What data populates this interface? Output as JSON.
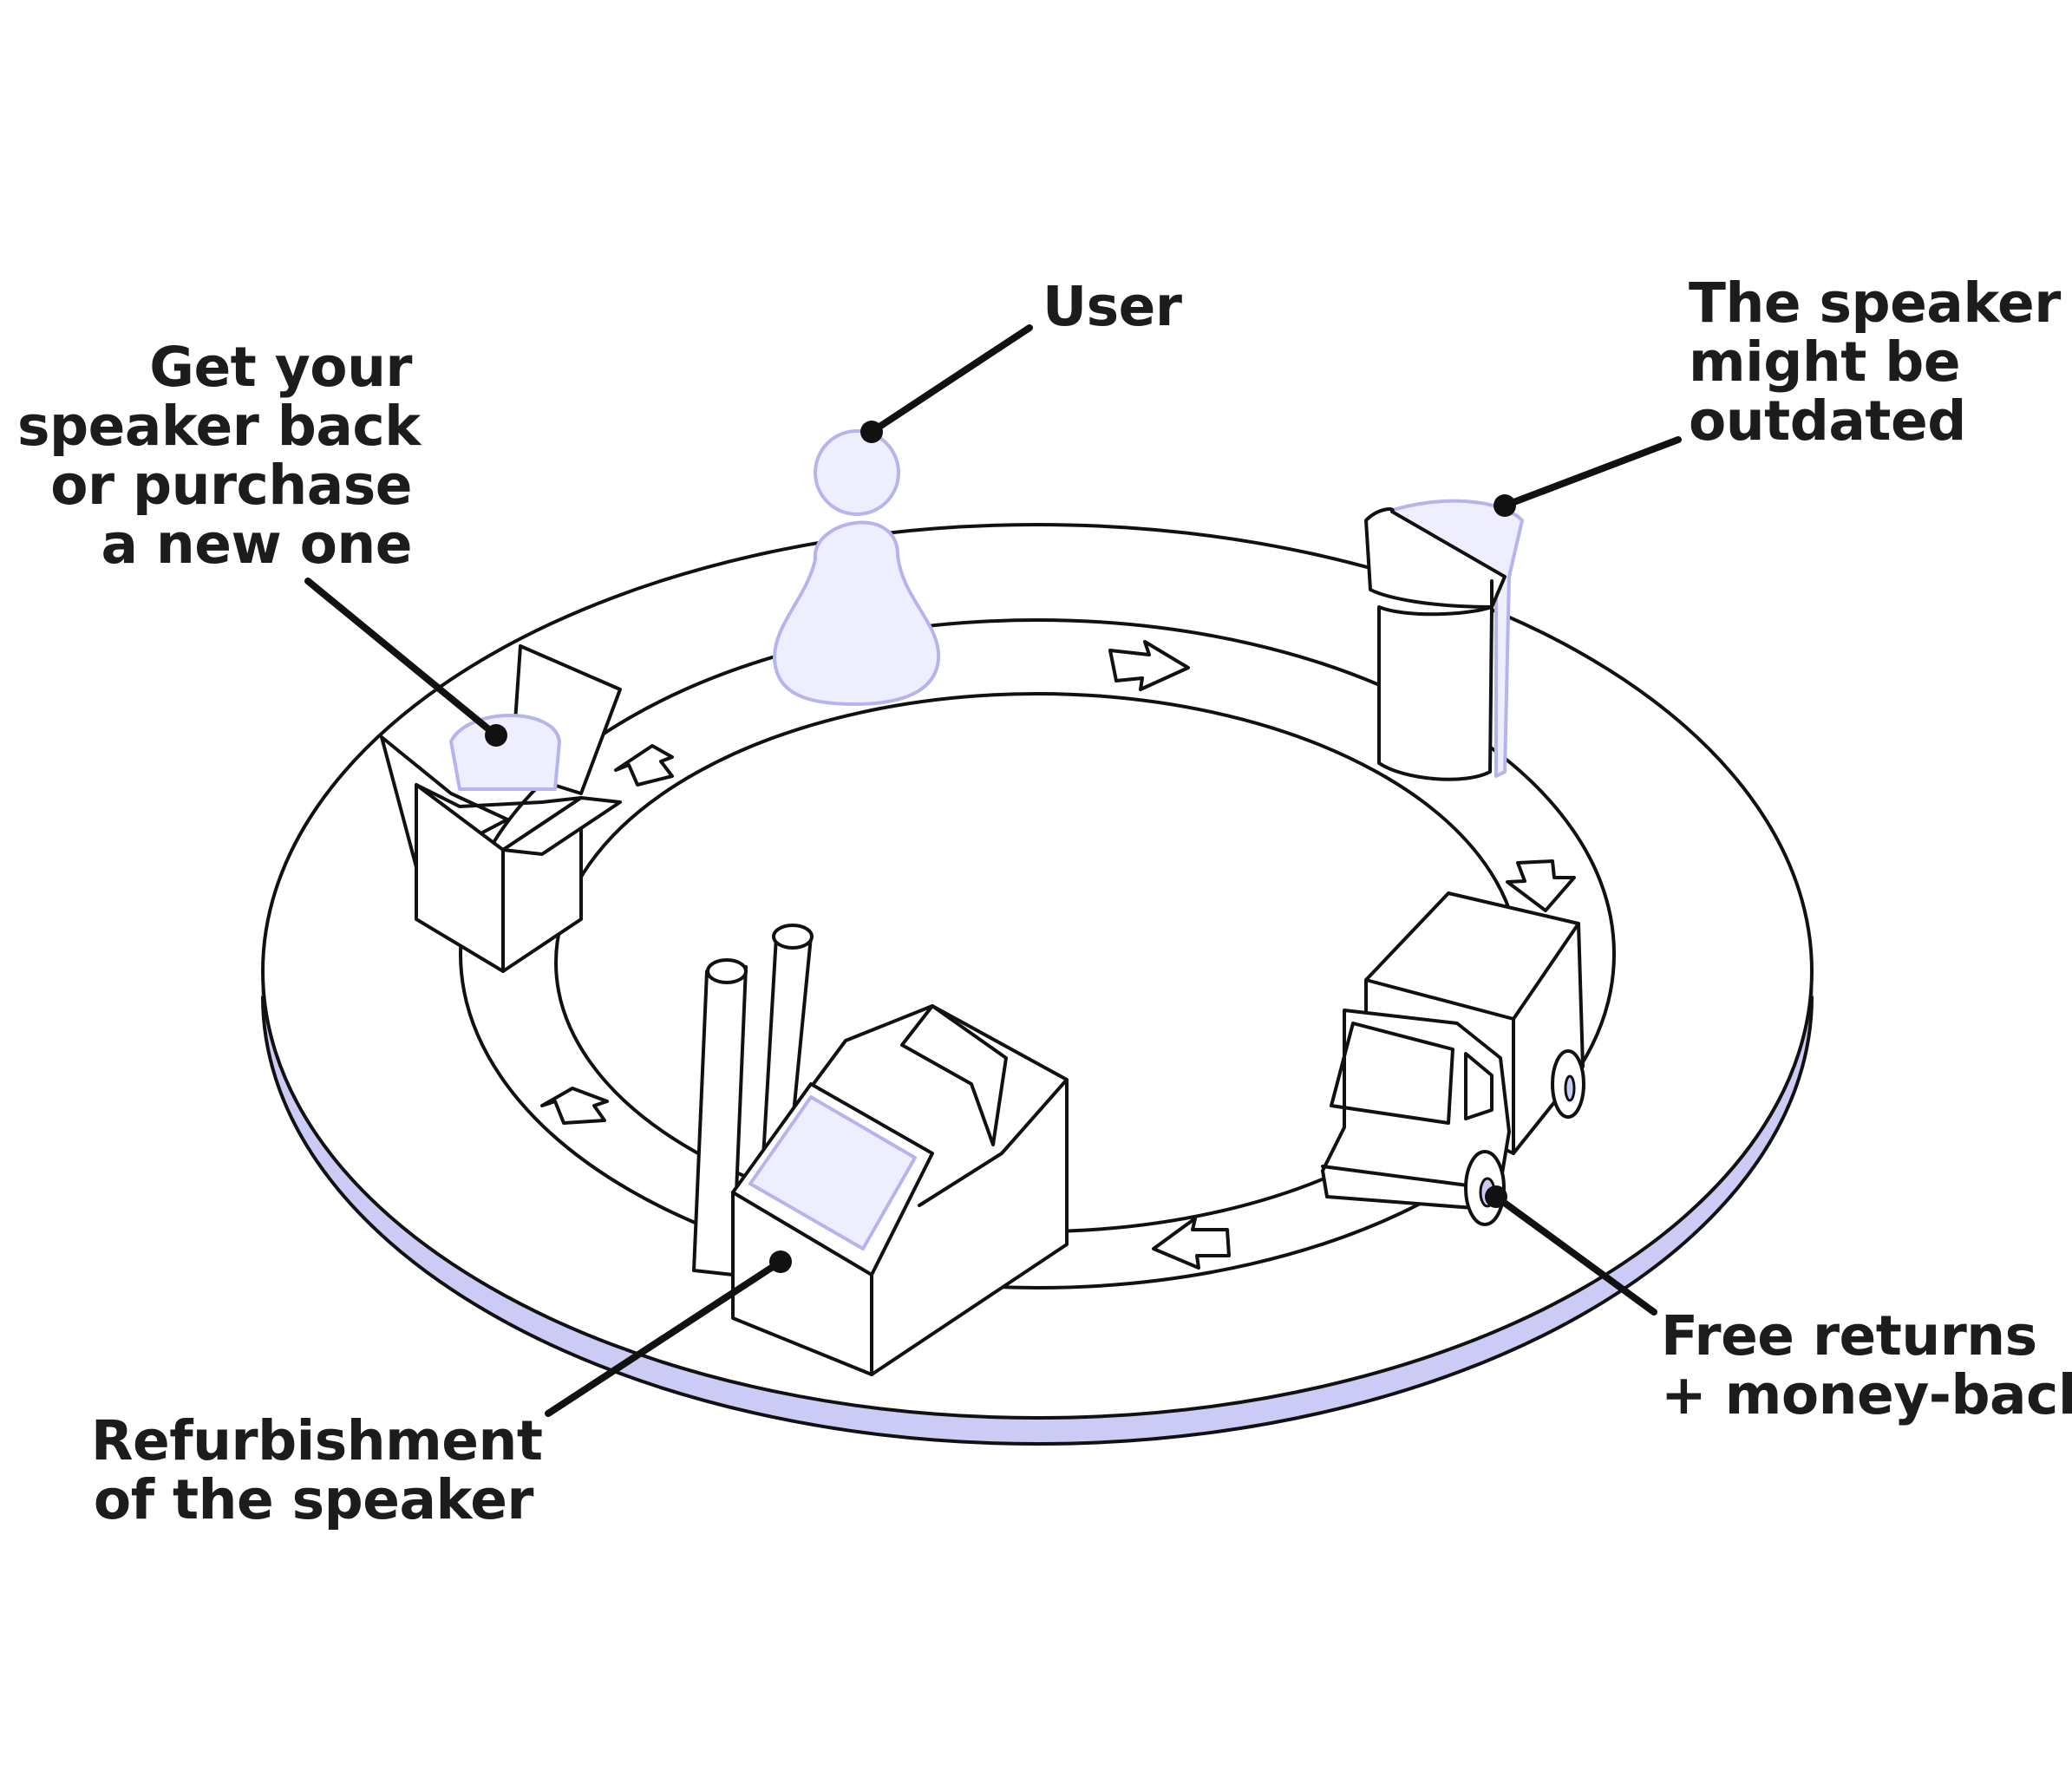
{
  "labels": {
    "user": [
      "User"
    ],
    "outdated": [
      "The speaker",
      "might be",
      "outdated"
    ],
    "returns": [
      "Free returns",
      "+ money-back"
    ],
    "refurbishment": [
      "Refurbishment",
      "of the speaker"
    ],
    "get_back": [
      "Get your",
      "speaker back",
      "or purchase",
      "a new one"
    ]
  },
  "icons": {
    "user": "person-figure-icon",
    "speaker": "speaker-icon",
    "truck": "delivery-truck-icon",
    "factory": "factory-icon",
    "box": "open-box-icon",
    "arrow": "direction-arrow-icon"
  },
  "colors": {
    "accent_fill": "#efeefe",
    "accent_outline": "#b6b4ec",
    "disc_edge": "#cccbf6",
    "ink": "#111111",
    "text": "#1c1c1c"
  }
}
